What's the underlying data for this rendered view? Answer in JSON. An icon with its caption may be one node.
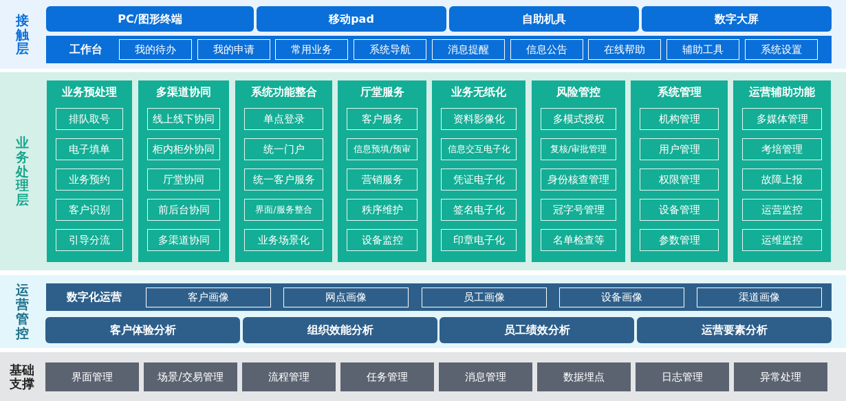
{
  "diagram": {
    "nodes": [
      {
        "text": [
          "接触层"
        ]
      },
      {
        "text": [
          "PC/图形终端"
        ],
        "in": 0
      },
      {
        "text": [
          "移动pad"
        ],
        "in": 0
      },
      {
        "text": [
          "自助机具"
        ],
        "in": 0
      },
      {
        "text": [
          "数字大屏"
        ],
        "in": 0
      },
      {
        "text": [
          "工作台"
        ],
        "in": 0
      },
      {
        "text": [
          "我的待办"
        ],
        "in": 5
      },
      {
        "text": [
          "我的申请"
        ],
        "in": 5
      },
      {
        "text": [
          "常用业务"
        ],
        "in": 5
      },
      {
        "text": [
          "系统导航"
        ],
        "in": 5
      },
      {
        "text": [
          "消息提醒"
        ],
        "in": 5
      },
      {
        "text": [
          "信息公告"
        ],
        "in": 5
      },
      {
        "text": [
          "在线帮助"
        ],
        "in": 5
      },
      {
        "text": [
          "辅助工具"
        ],
        "in": 5
      },
      {
        "text": [
          "系统设置"
        ],
        "in": 5
      },
      {
        "text": [
          "业务处理层"
        ]
      },
      {
        "text": [
          "业务预处理"
        ],
        "in": 15
      },
      {
        "text": [
          "排队取号"
        ],
        "in": 16
      },
      {
        "text": [
          "电子填单"
        ],
        "in": 16
      },
      {
        "text": [
          "业务预约"
        ],
        "in": 16
      },
      {
        "text": [
          "客户识别"
        ],
        "in": 16
      },
      {
        "text": [
          "引导分流"
        ],
        "in": 16
      },
      {
        "text": [
          "多渠道协同"
        ],
        "in": 15
      },
      {
        "text": [
          "线上线下协同"
        ],
        "in": 22
      },
      {
        "text": [
          "柜内柜外协同"
        ],
        "in": 22
      },
      {
        "text": [
          "厅堂协同"
        ],
        "in": 22
      },
      {
        "text": [
          "前后台协同"
        ],
        "in": 22
      },
      {
        "text": [
          "多渠道协同"
        ],
        "in": 22
      },
      {
        "text": [
          "系统功能整合"
        ],
        "in": 15
      },
      {
        "text": [
          "单点登录"
        ],
        "in": 28
      },
      {
        "text": [
          "统一门户"
        ],
        "in": 28
      },
      {
        "text": [
          "统一客户服务"
        ],
        "in": 28
      },
      {
        "text": [
          "界面/服务整合"
        ],
        "in": 28
      },
      {
        "text": [
          "业务场景化"
        ],
        "in": 28
      },
      {
        "text": [
          "厅堂服务"
        ],
        "in": 15
      },
      {
        "text": [
          "客户服务"
        ],
        "in": 34
      },
      {
        "text": [
          "信息预填/预审"
        ],
        "in": 34
      },
      {
        "text": [
          "营销服务"
        ],
        "in": 34
      },
      {
        "text": [
          "秩序维护"
        ],
        "in": 34
      },
      {
        "text": [
          "设备监控"
        ],
        "in": 34
      },
      {
        "text": [
          "业务无纸化"
        ],
        "in": 15
      },
      {
        "text": [
          "资料影像化"
        ],
        "in": 40
      },
      {
        "text": [
          "信息交互电子化"
        ],
        "in": 40
      },
      {
        "text": [
          "凭证电子化"
        ],
        "in": 40
      },
      {
        "text": [
          "签名电子化"
        ],
        "in": 40
      },
      {
        "text": [
          "印章电子化"
        ],
        "in": 40
      },
      {
        "text": [
          "风险管控"
        ],
        "in": 15
      },
      {
        "text": [
          "多模式授权"
        ],
        "in": 46
      },
      {
        "text": [
          "复核/审批管理"
        ],
        "in": 46
      },
      {
        "text": [
          "身份核查管理"
        ],
        "in": 46
      },
      {
        "text": [
          "冠字号管理"
        ],
        "in": 46
      },
      {
        "text": [
          "名单检查等"
        ],
        "in": 46
      },
      {
        "text": [
          "系统管理"
        ],
        "in": 15
      },
      {
        "text": [
          "机构管理"
        ],
        "in": 52
      },
      {
        "text": [
          "用户管理"
        ],
        "in": 52
      },
      {
        "text": [
          "权限管理"
        ],
        "in": 52
      },
      {
        "text": [
          "设备管理"
        ],
        "in": 52
      },
      {
        "text": [
          "参数管理"
        ],
        "in": 52
      },
      {
        "text": [
          "运营辅助功能"
        ],
        "in": 15
      },
      {
        "text": [
          "多媒体管理"
        ],
        "in": 58
      },
      {
        "text": [
          "考培管理"
        ],
        "in": 58
      },
      {
        "text": [
          "故障上报"
        ],
        "in": 58
      },
      {
        "text": [
          "运营监控"
        ],
        "in": 58
      },
      {
        "text": [
          "运维监控"
        ],
        "in": 58
      },
      {
        "text": [
          "运营管控"
        ]
      },
      {
        "text": [
          "数字化运营"
        ],
        "in": 64
      },
      {
        "text": [
          "客户画像"
        ],
        "in": 65
      },
      {
        "text": [
          "网点画像"
        ],
        "in": 65
      },
      {
        "text": [
          "员工画像"
        ],
        "in": 65
      },
      {
        "text": [
          "设备画像"
        ],
        "in": 65
      },
      {
        "text": [
          "渠道画像"
        ],
        "in": 65
      },
      {
        "text": [
          "客户体验分析"
        ],
        "in": 64
      },
      {
        "text": [
          "组织效能分析"
        ],
        "in": 64
      },
      {
        "text": [
          "员工绩效分析"
        ],
        "in": 64
      },
      {
        "text": [
          "运营要素分析"
        ],
        "in": 64
      },
      {
        "text": [
          "基础支撑"
        ]
      },
      {
        "text": [
          "界面管理"
        ],
        "in": 75
      },
      {
        "text": [
          "场景/交易管理"
        ],
        "in": 75
      },
      {
        "text": [
          "流程管理"
        ],
        "in": 75
      },
      {
        "text": [
          "任务管理"
        ],
        "in": 75
      },
      {
        "text": [
          "消息管理"
        ],
        "in": 75
      },
      {
        "text": [
          "数据埋点"
        ],
        "in": 75
      },
      {
        "text": [
          "日志管理"
        ],
        "in": 75
      },
      {
        "text": [
          "异常处理"
        ],
        "in": 75
      }
    ]
  }
}
